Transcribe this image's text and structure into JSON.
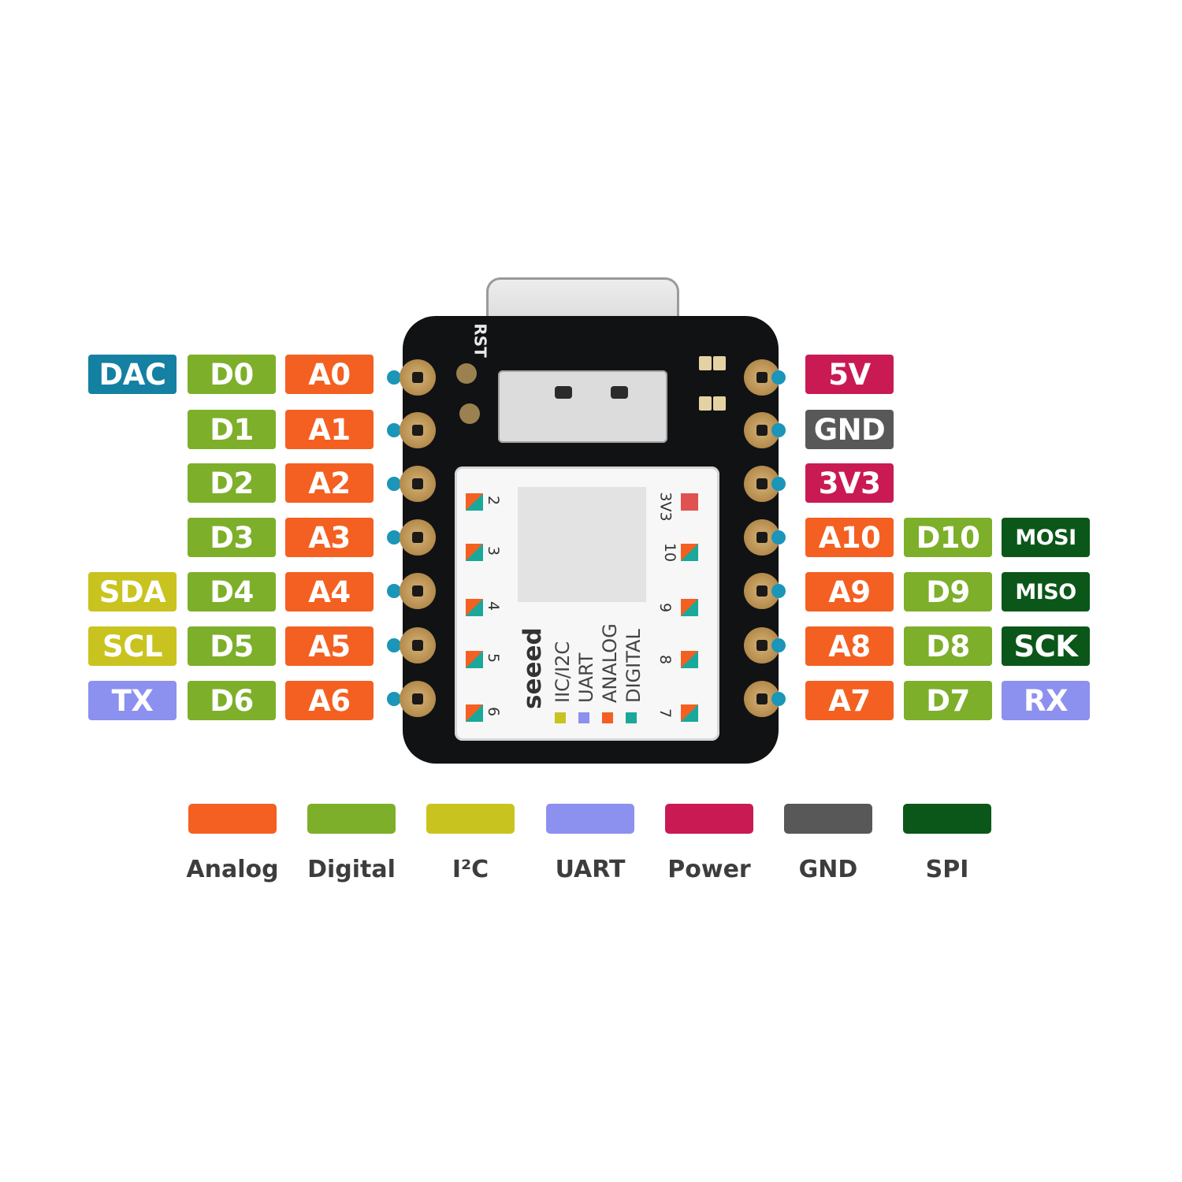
{
  "colors": {
    "analog": "#f46021",
    "digital": "#7daf2a",
    "i2c": "#c9c31f",
    "uart": "#8c90ef",
    "power": "#c91a54",
    "gnd": "#585858",
    "spi": "#0b5719",
    "dac": "#1480a2",
    "connector_dot": "#1b95b8"
  },
  "left_pins": [
    {
      "extra": {
        "label": "DAC",
        "type": "dac"
      },
      "digital": "D0",
      "analog": "A0"
    },
    {
      "digital": "D1",
      "analog": "A1"
    },
    {
      "digital": "D2",
      "analog": "A2"
    },
    {
      "digital": "D3",
      "analog": "A3"
    },
    {
      "extra": {
        "label": "SDA",
        "type": "i2c"
      },
      "digital": "D4",
      "analog": "A4"
    },
    {
      "extra": {
        "label": "SCL",
        "type": "i2c"
      },
      "digital": "D5",
      "analog": "A5"
    },
    {
      "extra": {
        "label": "TX",
        "type": "uart"
      },
      "digital": "D6",
      "analog": "A6"
    }
  ],
  "right_pins": [
    {
      "primary": {
        "label": "5V",
        "type": "power"
      }
    },
    {
      "primary": {
        "label": "GND",
        "type": "gnd"
      }
    },
    {
      "primary": {
        "label": "3V3",
        "type": "power"
      }
    },
    {
      "primary": {
        "label": "A10",
        "type": "analog"
      },
      "digital": "D10",
      "extra": {
        "label": "MOSI",
        "type": "spi",
        "small": true
      }
    },
    {
      "primary": {
        "label": "A9",
        "type": "analog"
      },
      "digital": "D9",
      "extra": {
        "label": "MISO",
        "type": "spi",
        "small": true
      }
    },
    {
      "primary": {
        "label": "A8",
        "type": "analog"
      },
      "digital": "D8",
      "extra": {
        "label": "SCK",
        "type": "spi"
      }
    },
    {
      "primary": {
        "label": "A7",
        "type": "analog"
      },
      "digital": "D7",
      "extra": {
        "label": "RX",
        "type": "uart"
      }
    }
  ],
  "board": {
    "reset_label": "RST",
    "brand": "seeed",
    "shield_left_numbers": [
      "2",
      "3",
      "4",
      "5",
      "6"
    ],
    "shield_right_numbers": [
      "3V3",
      "10",
      "9",
      "8",
      "7"
    ],
    "shield_key": [
      {
        "label": "IIC/I2C",
        "type": "i2c"
      },
      {
        "label": "UART",
        "type": "uart"
      },
      {
        "label": "ANALOG",
        "type": "analog"
      },
      {
        "label": "DIGITAL",
        "type": "digital"
      }
    ]
  },
  "legend": [
    {
      "label": "Analog",
      "type": "analog"
    },
    {
      "label": "Digital",
      "type": "digital"
    },
    {
      "label": "I²C",
      "type": "i2c"
    },
    {
      "label": "UART",
      "type": "uart"
    },
    {
      "label": "Power",
      "type": "power"
    },
    {
      "label": "GND",
      "type": "gnd"
    },
    {
      "label": "SPI",
      "type": "spi"
    }
  ]
}
